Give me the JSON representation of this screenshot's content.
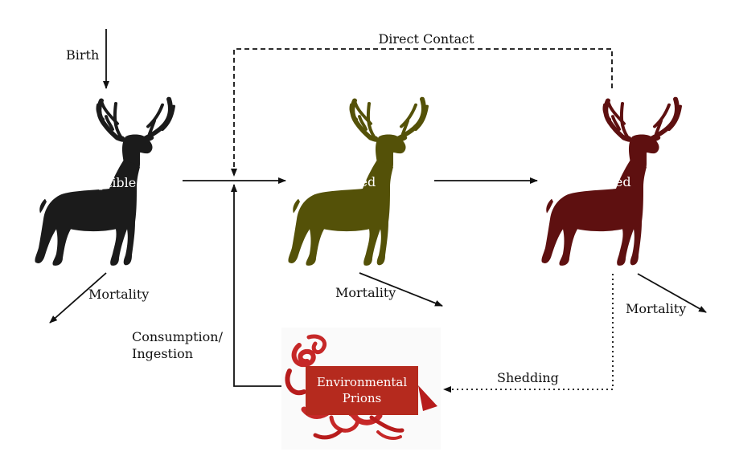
{
  "compartments": {
    "susceptible": {
      "label": "Susceptible",
      "color": "#1b1b1b"
    },
    "exposed": {
      "label": "Exposed",
      "color": "#545108"
    },
    "infected": {
      "label": "Infected",
      "color": "#5e1010"
    }
  },
  "reservoir": {
    "label_line1": "Environmental",
    "label_line2": "Prions",
    "color": "#b52a1e",
    "ribbon_color": "#c62828"
  },
  "flows": {
    "birth": "Birth",
    "direct_contact": "Direct Contact",
    "consumption_line1": "Consumption/",
    "consumption_line2": "Ingestion",
    "shedding": "Shedding",
    "mortality_susceptible": "Mortality",
    "mortality_exposed": "Mortality",
    "mortality_infected": "Mortality"
  }
}
